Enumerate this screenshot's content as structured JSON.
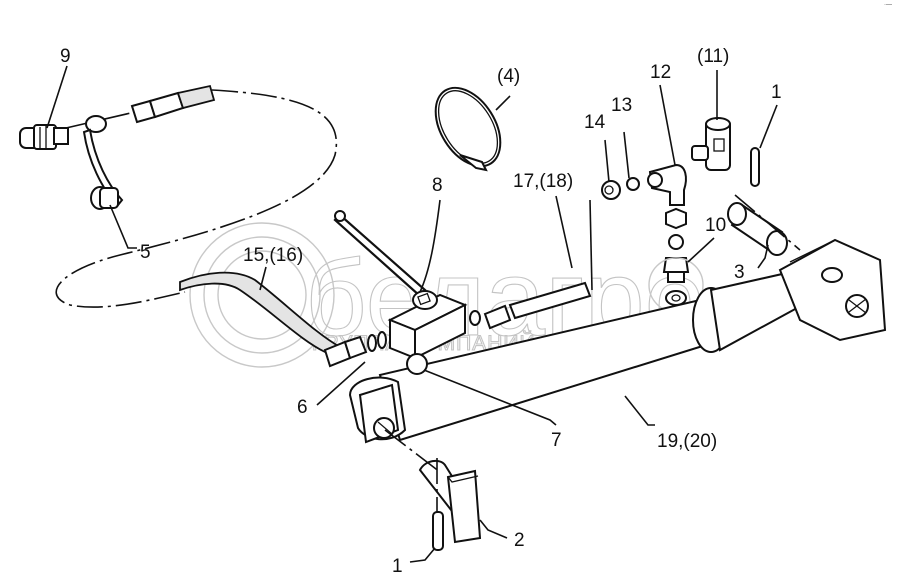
{
  "diagram": {
    "type": "exploded parts diagram",
    "subject": "Hydraulic cylinder assembly with valve, hoses and fittings",
    "watermark": {
      "brand": "белагро",
      "tagline": "ГРУППА КОМПАНИЙ"
    },
    "corner_mark": "·—",
    "callouts": [
      {
        "id": "c9",
        "text": "9",
        "part": "quick coupling"
      },
      {
        "id": "c5",
        "text": "5",
        "part": "dust cap with strap"
      },
      {
        "id": "c4",
        "text": "(4)",
        "part": "hose clamp"
      },
      {
        "id": "c8",
        "text": "8",
        "part": "shut-off valve lever"
      },
      {
        "id": "c17",
        "text": "17,(18)",
        "part": "pipe"
      },
      {
        "id": "c14",
        "text": "14",
        "part": "nut"
      },
      {
        "id": "c13",
        "text": "13",
        "part": "cutting ring"
      },
      {
        "id": "c12",
        "text": "12",
        "part": "elbow fitting"
      },
      {
        "id": "c11",
        "text": "(11)",
        "part": "banjo / tee fitting"
      },
      {
        "id": "c1a",
        "text": "1",
        "part": "spring pin (upper)"
      },
      {
        "id": "c10",
        "text": "10",
        "part": "adapter fitting"
      },
      {
        "id": "c3",
        "text": "3",
        "part": "pin"
      },
      {
        "id": "c15",
        "text": "15,(16)",
        "part": "hydraulic hose"
      },
      {
        "id": "c6",
        "text": "6",
        "part": "hose fitting"
      },
      {
        "id": "c7",
        "text": "7",
        "part": "plug"
      },
      {
        "id": "c19",
        "text": "19,(20)",
        "part": "hydraulic cylinder"
      },
      {
        "id": "c2",
        "text": "2",
        "part": "clip"
      },
      {
        "id": "c1b",
        "text": "1",
        "part": "spring pin (lower)"
      }
    ]
  }
}
